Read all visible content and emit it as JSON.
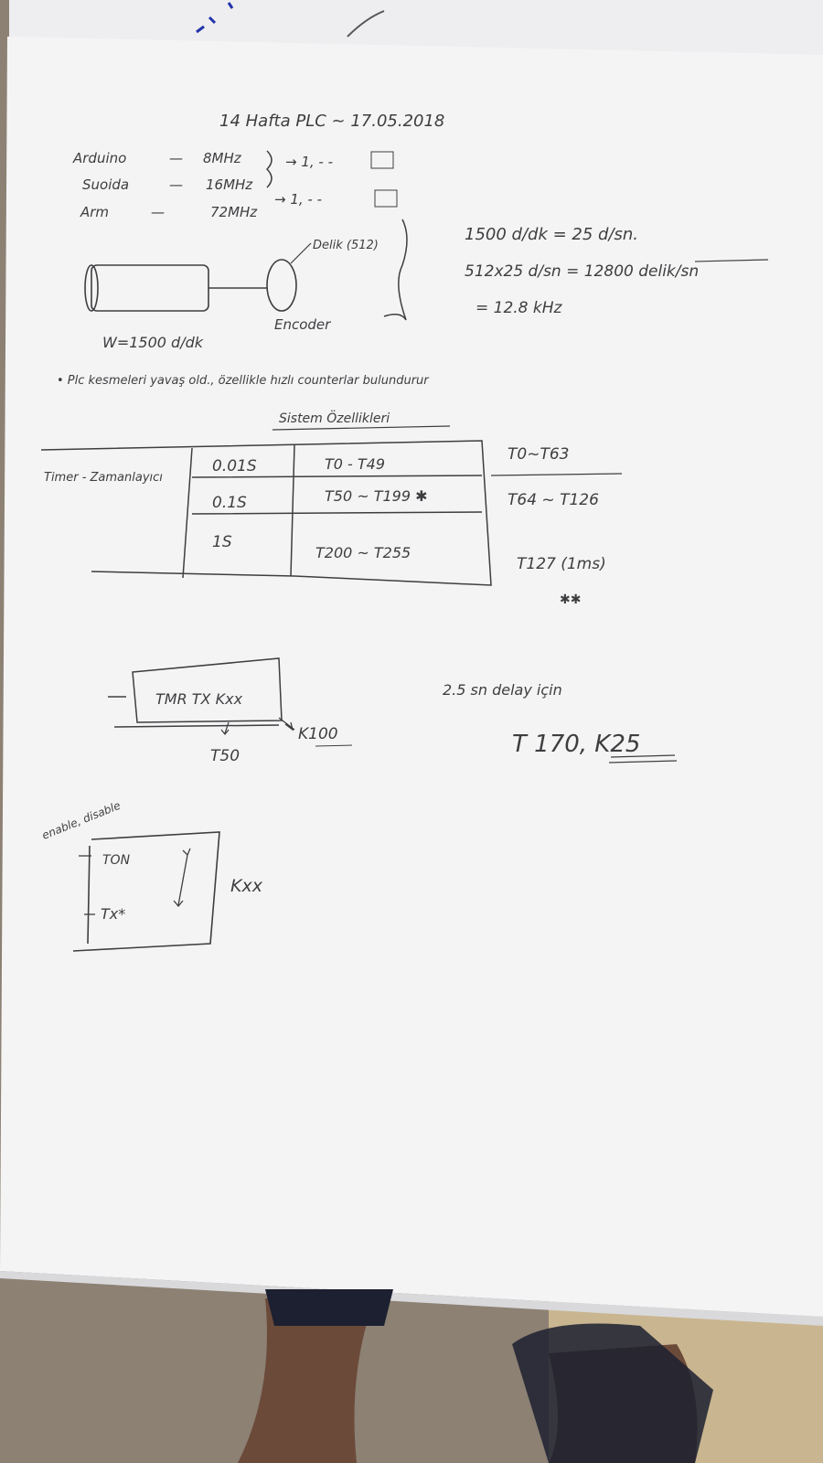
{
  "colors": {
    "paper": "#f4f4f5",
    "paper_shadow": "#d9d9dc",
    "pencil": "#3e3e40",
    "floor": "#8a7f72",
    "skin": "#6b4a3a",
    "blue_ink": "#2233aa"
  },
  "header": {
    "title": "14 Hafta PLC  ~  17.05.2018"
  },
  "boards": [
    {
      "name": "Arduino",
      "freq": "8MHz"
    },
    {
      "name": "Suoida",
      "freq": "16MHz"
    },
    {
      "name": "Arm",
      "freq": "72MHz"
    }
  ],
  "board_arrows": {
    "top": "→ 1, - -",
    "bottom": "→ 1, - -"
  },
  "encoder": {
    "label": "Encoder",
    "delik": "Delik (512)",
    "w": "W=1500 d/dk"
  },
  "calc": {
    "line1": "1500 d/dk = 25 d/sn.",
    "line2": "512x25 d/sn = 12800 delik/sn",
    "line3": "= 12.8 kHz"
  },
  "note": "• Plc kesmeleri yavaş old., özellikle hızlı counterlar bulundurur",
  "section_title": "Sistem Özellikleri",
  "timer_table": {
    "row_label": "Timer - Zamanlayıcı",
    "rows": [
      {
        "res": "0.01S",
        "range": "T0 - T49",
        "extra": "T0~T63"
      },
      {
        "res": "0.1S",
        "range": "T50 ~ T199 ✱",
        "extra": "T64 ~ T126"
      },
      {
        "res": "1S",
        "range": "T200 ~ T255",
        "extra": "T127 (1ms)"
      }
    ],
    "stars": "✱✱"
  },
  "tmr_block": {
    "text": "TMR  TX Kxx",
    "out": "K100",
    "below": "T50"
  },
  "delay": {
    "line1": "2.5 sn  delay için",
    "line2": "T 170, K25"
  },
  "ton_block": {
    "side": "enable, disable",
    "ton": "TON",
    "tx": "Tx*",
    "kxx": "Kxx"
  }
}
